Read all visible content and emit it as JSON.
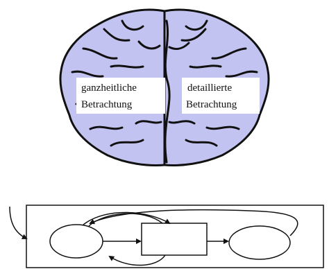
{
  "brain": {
    "left_hemisphere": {
      "line1": "ganzheitliche",
      "line2": "Betrachtung"
    },
    "right_hemisphere": {
      "line1": "detaillierte",
      "line2": "Betrachtung"
    }
  },
  "colors": {
    "brain_fill": "#c3c3f2",
    "stroke": "#111111",
    "label_box": "#ffffff"
  }
}
